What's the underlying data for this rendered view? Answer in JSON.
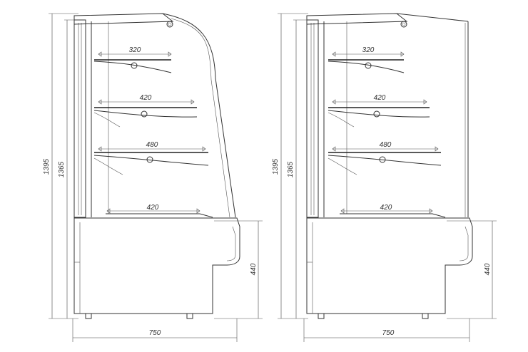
{
  "diagrams": [
    {
      "variant": "curved-glass",
      "dims": {
        "overall_height": "1395",
        "height": "1365",
        "base_height": "440",
        "depth": "750"
      },
      "shelves": [
        "320",
        "420",
        "480"
      ],
      "base_shelf": "420"
    },
    {
      "variant": "straight-glass",
      "dims": {
        "overall_height": "1395",
        "height": "1365",
        "base_height": "440",
        "depth": "750"
      },
      "shelves": [
        "320",
        "420",
        "480"
      ],
      "base_shelf": "420"
    }
  ]
}
